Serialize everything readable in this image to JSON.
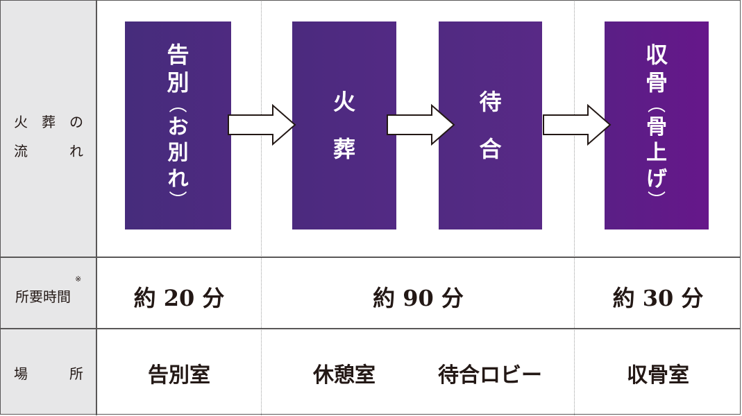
{
  "header": {
    "flow_line1": [
      "火",
      "葬",
      "の"
    ],
    "flow_line2": [
      "流",
      "れ"
    ],
    "time_label": "所要時間",
    "time_mark": "※",
    "place_line": [
      "場",
      "所"
    ]
  },
  "flow": [
    {
      "chars": [
        "告",
        "別"
      ],
      "sub": [
        "お",
        "別",
        "れ"
      ]
    },
    {
      "chars": [
        "火",
        "葬"
      ]
    },
    {
      "chars": [
        "待",
        "合"
      ]
    },
    {
      "chars": [
        "収",
        "骨"
      ],
      "sub": [
        "骨",
        "上",
        "げ"
      ]
    }
  ],
  "durations": [
    "約 20 分",
    "約 90 分",
    "約 30 分"
  ],
  "places": [
    "告別室",
    "休憩室",
    "待合ロビー",
    "収骨室"
  ],
  "colors": {
    "grid": "#595757",
    "header_bg": "#e7e7e8",
    "box_start": "#462c7c",
    "box_end": "#66178a"
  }
}
